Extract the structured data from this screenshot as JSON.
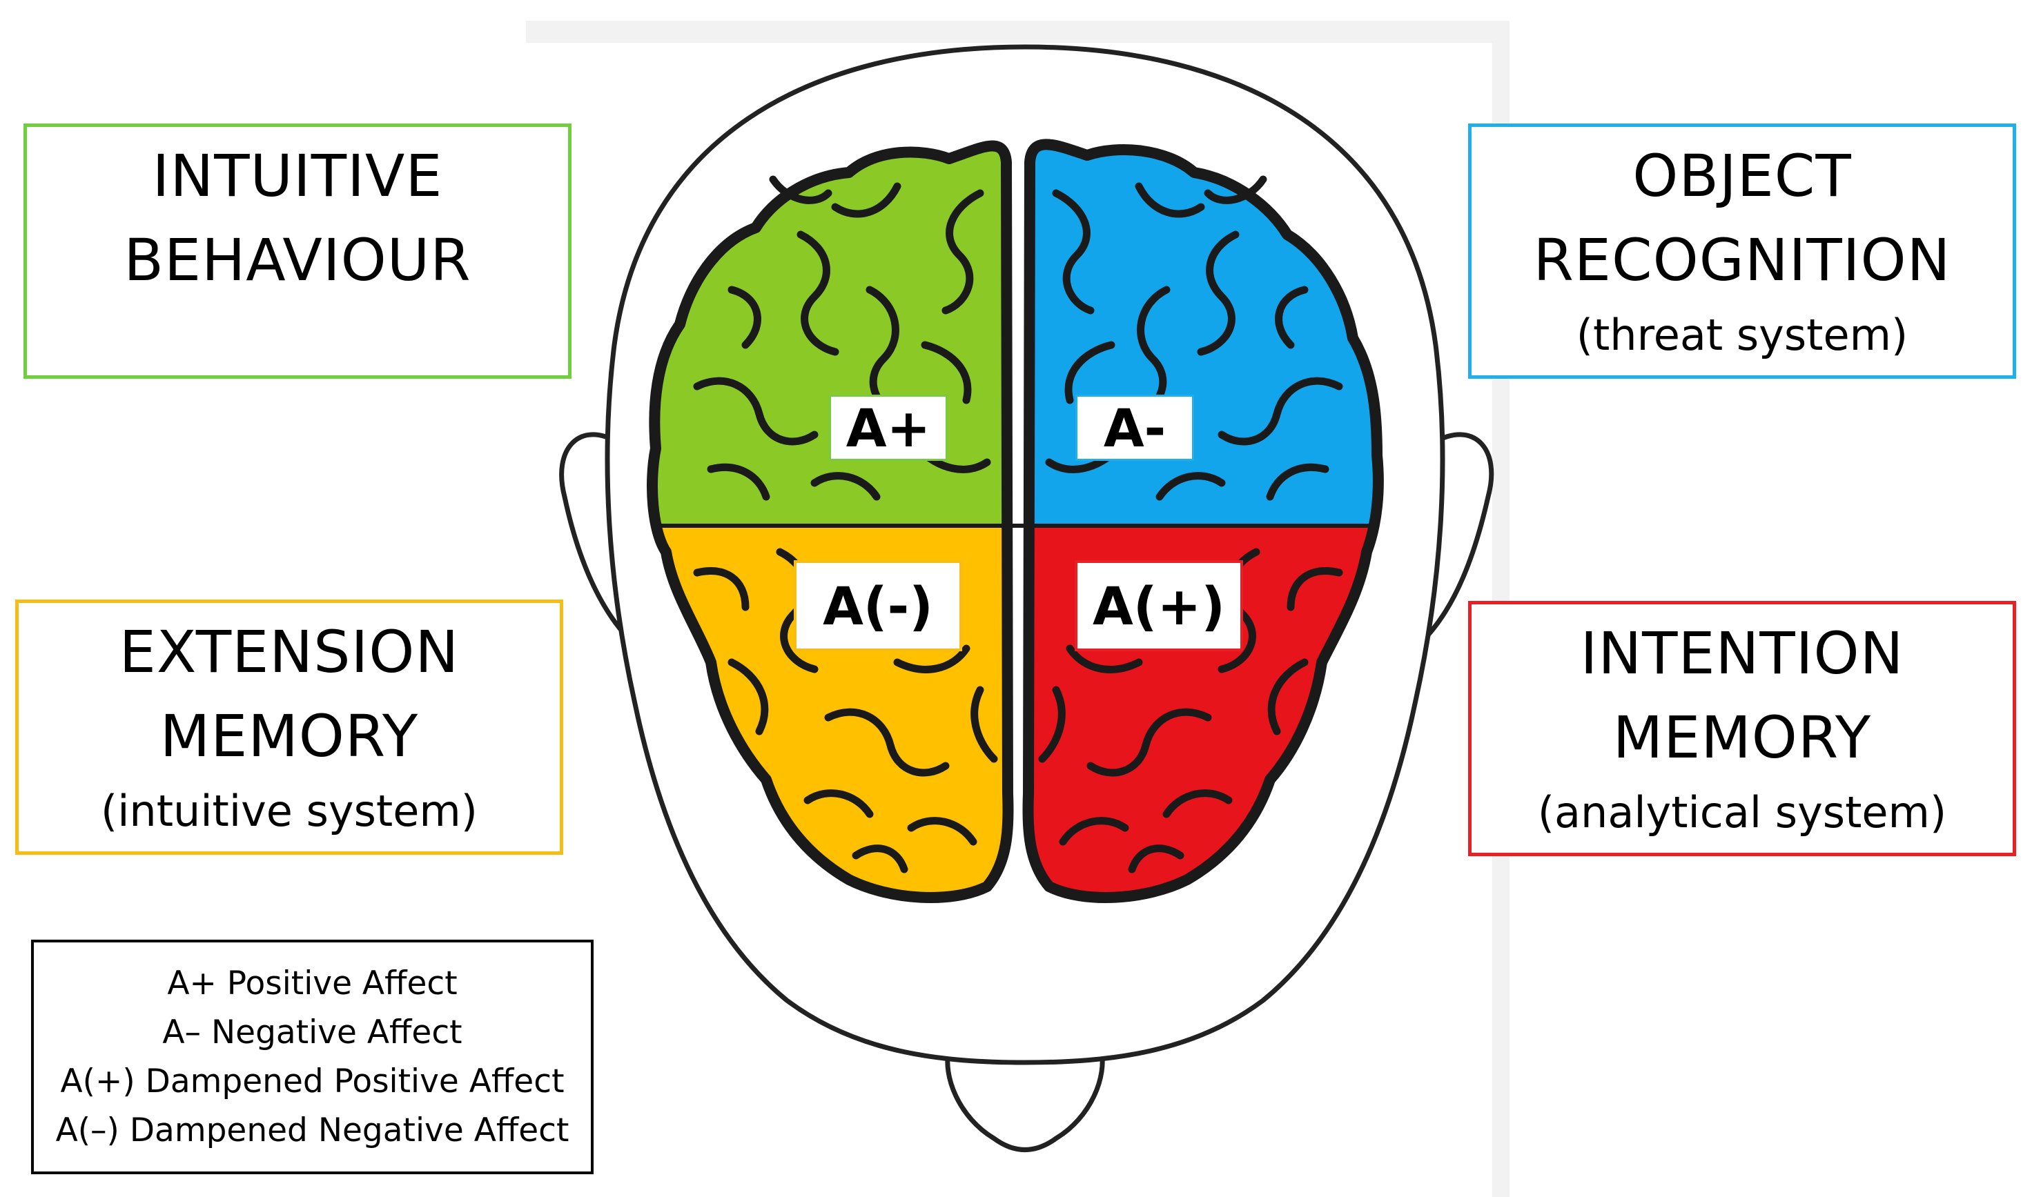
{
  "colors": {
    "green": "#8ac926",
    "blue": "#12a5eb",
    "yellow": "#ffc000",
    "red": "#e8141c",
    "outline": "#1a1a1a",
    "head_outline": "#222222",
    "frame_grey": "#f2f2f2"
  },
  "boxes": {
    "top_left": {
      "title_line1": "INTUITIVE",
      "title_line2": "BEHAVIOUR"
    },
    "top_right": {
      "title_line1": "OBJECT",
      "title_line2": "RECOGNITION",
      "subtitle": "(threat system)"
    },
    "bottom_left": {
      "title_line1": "EXTENSION",
      "title_line2": "MEMORY",
      "subtitle": "(intuitive system)"
    },
    "bottom_right": {
      "title_line1": "INTENTION",
      "title_line2": "MEMORY",
      "subtitle": "(analytical system)"
    }
  },
  "quadrant_labels": {
    "top_left": "A+",
    "top_right": "A-",
    "bottom_left": "A(-)",
    "bottom_right": "A(+)"
  },
  "legend": [
    "A+ Positive Affect",
    "A– Negative Affect",
    "A(+) Dampened Positive Affect",
    "A(–) Dampened Negative Affect"
  ]
}
